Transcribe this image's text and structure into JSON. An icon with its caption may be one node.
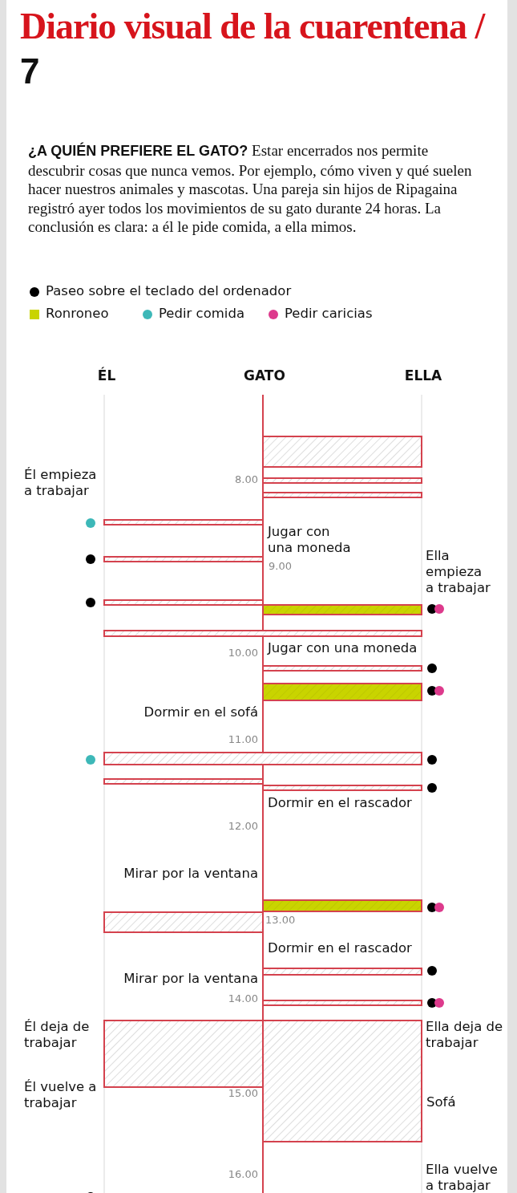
{
  "diagram": {
    "title": "Diario visual de la cuarentena /",
    "caption": "**¿A QUIÉN PREFIERE EL GATO?** Estar encerrados nos permite descubrir cosas que nunca vemos. Por ejemplo, cómo viven y qué suelen hacer nuestros animales y mascotas. Una pareja sin hijos de Ripagaina registró ayer todos los movimientos de su gato durante 24 horas. La conclusión es clara: a él le pide comida, a ella mimos.",
    "labels": [
      "7",
      "ÉL",
      "GATO",
      "ELLA",
      "8.00",
      "Él empieza a trabajar",
      "Jugar con una moneda",
      "9.00",
      "Ella empieza a trabajar",
      "10.00",
      "Jugar con una moneda",
      "Dormir en el sofá",
      "11.00",
      "Dormir en el rascador",
      "12.00",
      "Mirar por la ventana",
      "13.00",
      "Dormir en el rascador",
      "Mirar por la ventana",
      "14.00",
      "Él deja de trabajar",
      "Ella deja de trabajar",
      "Él vuelve a trabajar",
      "15.00",
      "Sofá",
      "16.00",
      "Ella vuelve a trabajar"
    ],
    "legend": [
      {
        "text": "Paseo sobre el teclado del ordenador",
        "color": "#000000"
      },
      {
        "text": "Ronroneo",
        "color": "#c9d400"
      },
      {
        "text": "Pedir comida",
        "color": "#3db8b8"
      },
      {
        "text": "Pedir caricias",
        "color": "#dd3a8c"
      }
    ]
  }
}
